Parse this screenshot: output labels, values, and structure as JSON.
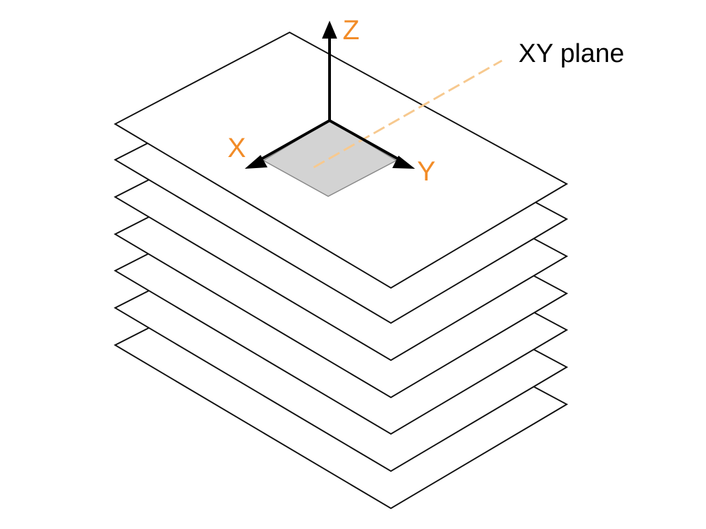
{
  "sheets": {
    "count": 7
  },
  "axes": {
    "x_label": "X",
    "y_label": "Y",
    "z_label": "Z"
  },
  "callout": {
    "text": "XY plane"
  },
  "colors": {
    "axis_label": "#f28c28",
    "leader_line": "#f7c98f",
    "plane_fill": "#d3d3d3",
    "plane_stroke": "#888888",
    "sheet_stroke": "#111111",
    "axis": "#000000"
  }
}
